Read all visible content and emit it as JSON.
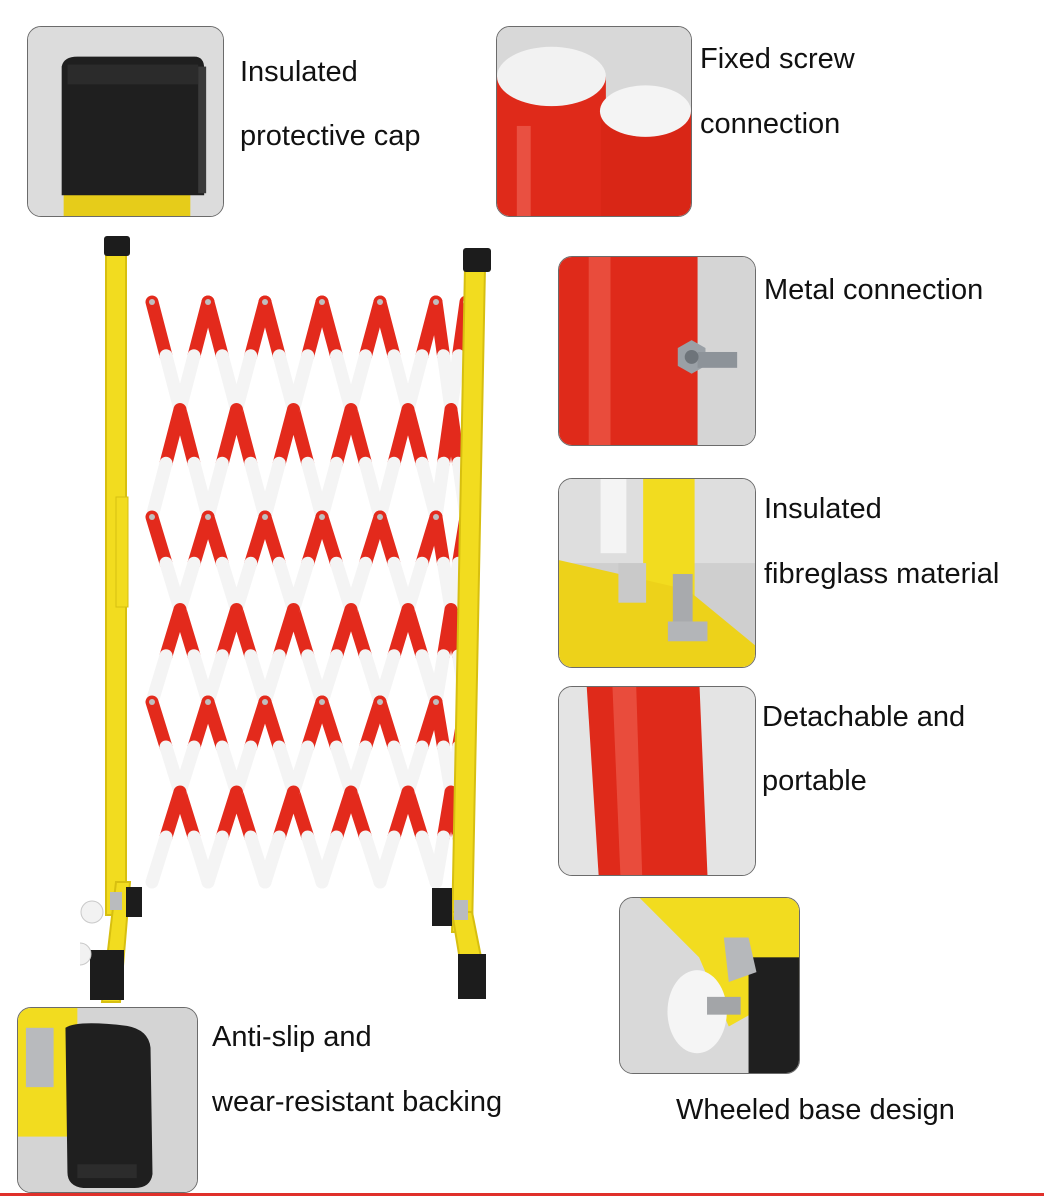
{
  "features": {
    "cap": {
      "line1": "Insulated",
      "line2": "protective cap"
    },
    "screw": {
      "line1": "Fixed screw",
      "line2": "connection"
    },
    "metal": {
      "line1": "Metal connection"
    },
    "fibreglass": {
      "line1": "Insulated",
      "line2": "fibreglass material"
    },
    "detachable": {
      "line1": "Detachable and",
      "line2": "portable"
    },
    "backing": {
      "line1": "Anti-slip and",
      "line2": "wear-resistant backing"
    },
    "wheel": {
      "line1": "Wheeled base design"
    }
  },
  "colors": {
    "yellow": "#f2dc1f",
    "red": "#e32a1c",
    "white": "#f4f4f4",
    "black": "#1c1c1c",
    "accent_line": "#e0302a"
  }
}
